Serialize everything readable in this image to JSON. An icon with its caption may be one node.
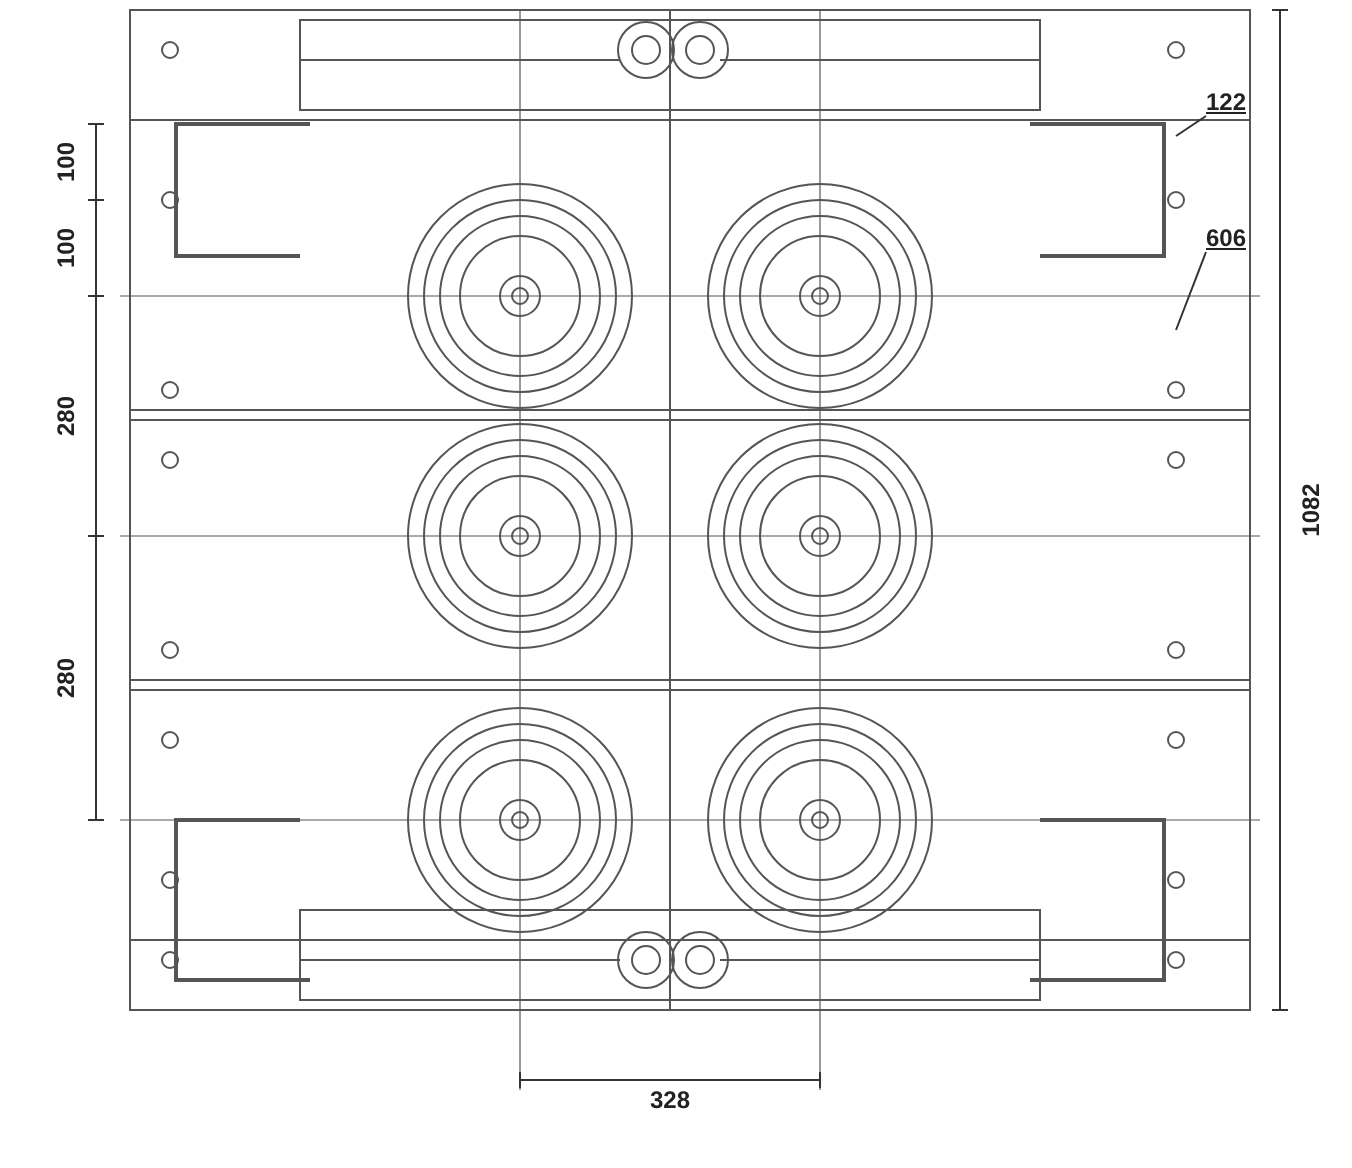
{
  "diagram": {
    "nodes": [
      {
        "text": [
          "122"
        ]
      },
      {
        "text": [
          "606"
        ]
      }
    ],
    "edges": [
      {
        "from": 0,
        "to": null,
        "arrow": "none"
      },
      {
        "from": 1,
        "to": null,
        "arrow": "none"
      }
    ],
    "labels": [
      "100",
      "100",
      "280",
      "280",
      "1082",
      "328"
    ]
  }
}
